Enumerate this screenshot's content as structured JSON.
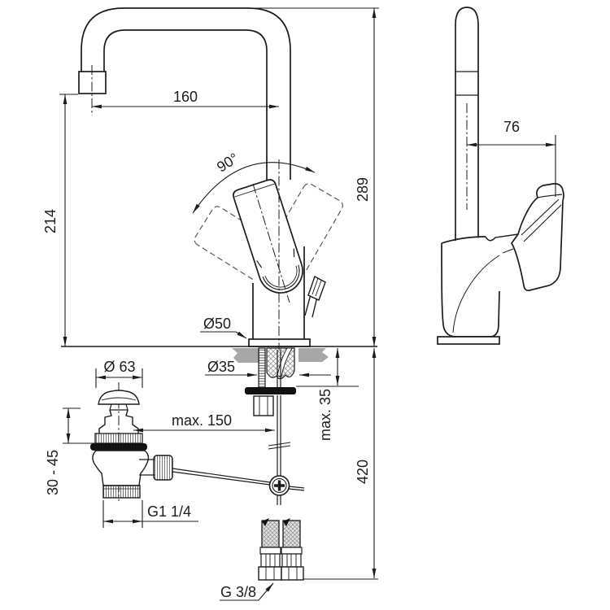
{
  "drawing": {
    "title": "single-lever basin mixer installation dimension drawing",
    "views": {
      "front": "front view with swivel handle and pop-up waste",
      "side": "side view with lever handle"
    }
  },
  "dimensions": {
    "spout_reach": "160",
    "handle_swivel_angle": "90°",
    "spout_outlet_height": "214",
    "total_height": "289",
    "side_projection": "76",
    "base_diameter": "Ø50",
    "hole_diameter": "Ø35",
    "waste_cap_diameter": "Ø 63",
    "rod_reach": "max. 150",
    "deck_thickness": "max. 35",
    "waste_clamp_range": "30 - 45",
    "supply_hose_length": "420",
    "waste_thread": "G1 1/4",
    "supply_thread": "G 3/8"
  },
  "colors": {
    "line": "#1c1c1c",
    "counter_fill": "#a7a7a9",
    "hatch": "#9a9a9a",
    "background": "#ffffff"
  }
}
